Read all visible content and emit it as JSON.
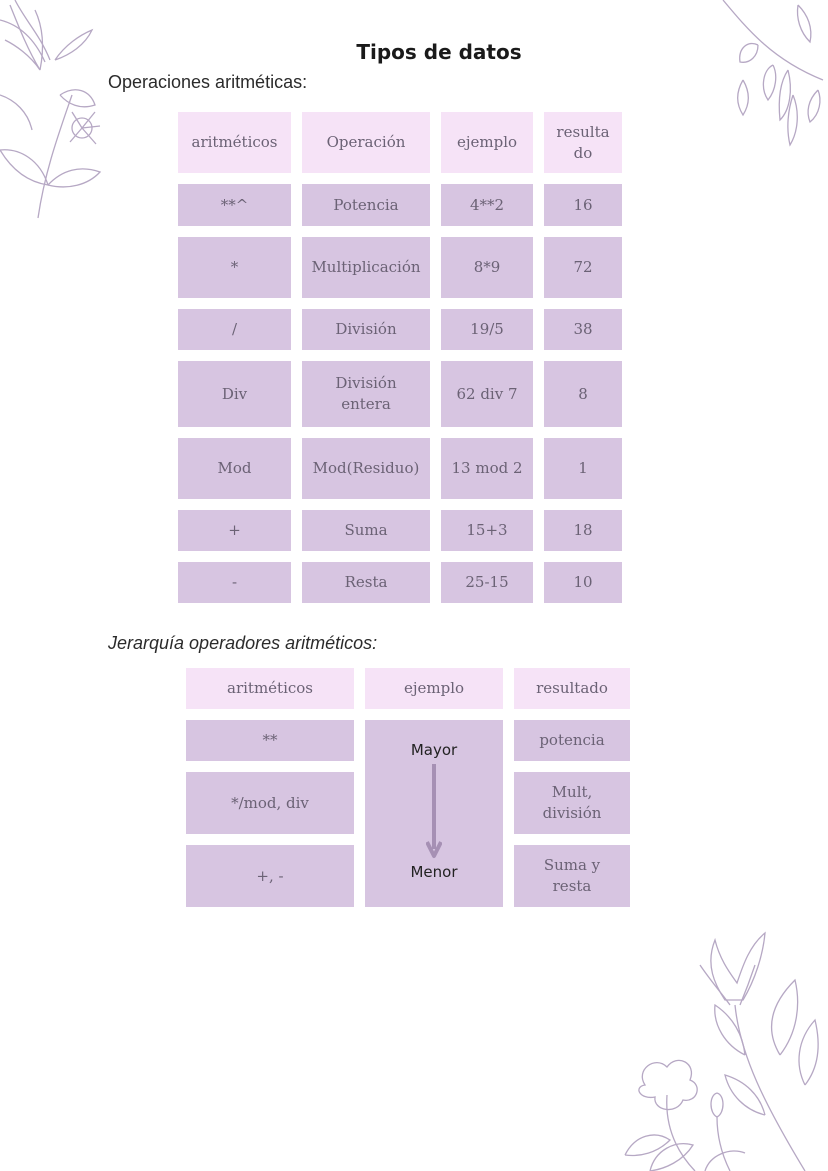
{
  "page": {
    "title": "Tipos de datos",
    "section1_label": "Operaciones aritméticas:",
    "section2_label": "Jerarquía operadores aritméticos:"
  },
  "table1": {
    "headers": [
      "aritméticos",
      "Operación",
      "ejemplo",
      "resulta do"
    ],
    "rows": [
      [
        "**^",
        "Potencia",
        "4**2",
        "16"
      ],
      [
        "*",
        "Multiplicación",
        "8*9",
        "72"
      ],
      [
        "/",
        "División",
        "19/5",
        "38"
      ],
      [
        "Div",
        "División entera",
        "62 div 7",
        "8"
      ],
      [
        "Mod",
        "Mod(Residuo)",
        "13 mod 2",
        "1"
      ],
      [
        "+",
        "Suma",
        "15+3",
        "18"
      ],
      [
        "-",
        "Resta",
        "25-15",
        "10"
      ]
    ]
  },
  "table2": {
    "headers": [
      "aritméticos",
      "ejemplo",
      "resultado"
    ],
    "operators": [
      "**",
      "*/mod, div",
      "+, -"
    ],
    "results": [
      "potencia",
      "Mult, división",
      "Suma y resta"
    ],
    "scale_top": "Mayor",
    "scale_bottom": "Menor"
  },
  "colors": {
    "header_fill": "#f6e3f7",
    "cell_fill": "#d7c5e1",
    "cell_text": "#6b6275",
    "arrow": "#a690b4",
    "decoration_line": "#b6a8c4"
  },
  "icons": [
    "flower-decoration-top-left",
    "leaf-branch-decoration-top-right",
    "flower-decoration-bottom-right",
    "down-arrow-icon"
  ]
}
